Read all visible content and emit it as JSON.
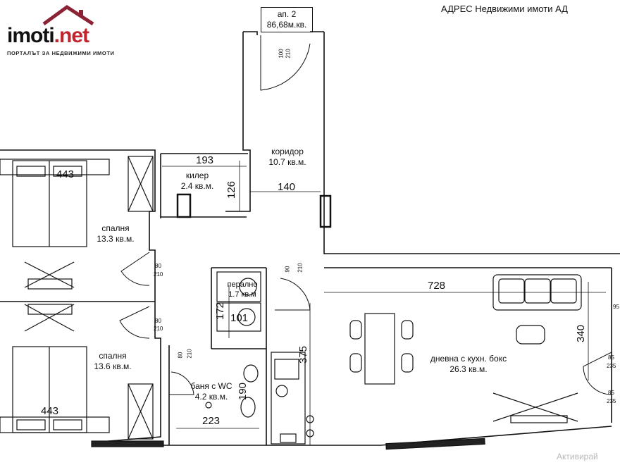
{
  "branding": {
    "logo_word": "imoti",
    "logo_suffix": ".net",
    "tagline": "ПОРТАЛЪТ ЗА НЕДВИЖИМИ ИМОТИ",
    "company": "АДРЕС Недвижими имоти АД",
    "accent_color": "#c0252f",
    "roof_color": "#8b2335"
  },
  "apartment": {
    "label": "ап. 2",
    "area": "86,68м.кв."
  },
  "rooms": {
    "corridor": {
      "name": "коридор",
      "area": "10.7 кв.м."
    },
    "closet": {
      "name": "килер",
      "area": "2.4 кв.м."
    },
    "bedroom1": {
      "name": "спалня",
      "area": "13.3 кв.м."
    },
    "bedroom2": {
      "name": "спалня",
      "area": "13.6 кв.м."
    },
    "laundry": {
      "name": "перално",
      "area": "1.7 кв.м"
    },
    "bathroom": {
      "name": "баня с WC",
      "area": "4.2 кв.м."
    },
    "living": {
      "name": "дневна с кухн. бокс",
      "area": "26.3 кв.м."
    }
  },
  "dimensions": {
    "d193": "193",
    "d126": "126",
    "d140": "140",
    "d443_top": "443",
    "d443_bottom": "443",
    "d728": "728",
    "d172": "172",
    "d101": "101",
    "d375": "375",
    "d340": "340",
    "d190": "190",
    "d223": "223"
  },
  "door_labels": {
    "entry_w": "100",
    "entry_h": "210",
    "bed1_w": "80",
    "bed1_h": "210",
    "corr_w": "90",
    "corr_h": "210",
    "bed2_w": "80",
    "bed2_h": "210",
    "bath_w": "80",
    "bath_h": "210",
    "bal1_w": "85",
    "bal1_h": "235",
    "bal2_w": "85",
    "bal2_h": "235",
    "edge_w": "95"
  },
  "watermark": "Активирай"
}
